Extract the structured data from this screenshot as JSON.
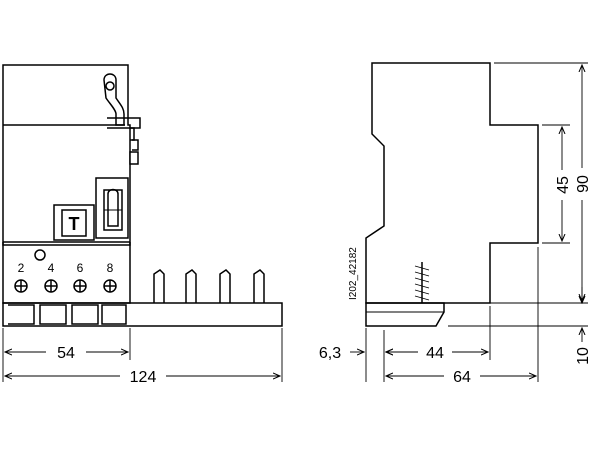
{
  "drawing_code": "I202_42182",
  "test_button_label": "T",
  "terminals": [
    "2",
    "4",
    "6",
    "8"
  ],
  "dimensions": {
    "front_terminal_width": "54",
    "front_overall_width": "124",
    "side_offset": "6,3",
    "side_depth_inner": "44",
    "side_depth_overall": "64",
    "height_front_face": "45",
    "height_overall": "90",
    "height_base": "10"
  }
}
